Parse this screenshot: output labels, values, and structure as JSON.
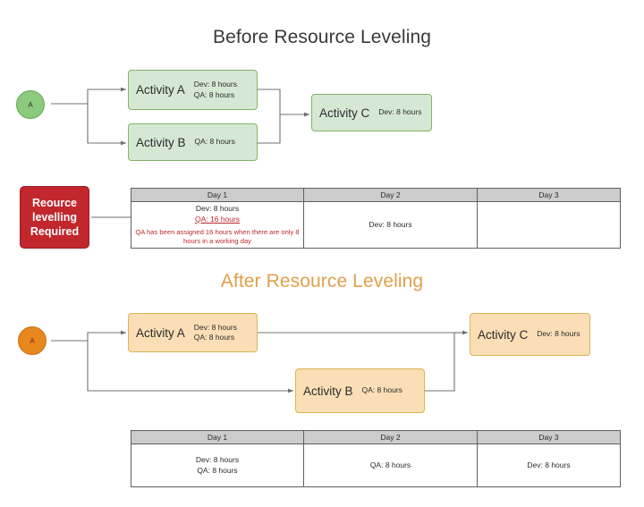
{
  "sections": {
    "before": {
      "title": "Before Resource Leveling",
      "start_node": {
        "label": "A"
      },
      "nodes": [
        {
          "name": "Activity A",
          "lines": [
            "Dev: 8 hours",
            "QA: 8 hours"
          ]
        },
        {
          "name": "Activity B",
          "lines": [
            "QA: 8 hours"
          ]
        },
        {
          "name": "Activity C",
          "lines": [
            "Dev: 8 hours"
          ]
        }
      ],
      "alert": {
        "text": "Reource levelling Required"
      },
      "table": {
        "headers": [
          "Day 1",
          "Day 2",
          "Day 3"
        ],
        "cells": [
          {
            "lines": [
              "Dev: 8 hours"
            ],
            "warn_line": "QA: 16 hours",
            "note": "QA has been assigned 16 hours when there are only 8 hours in a working day"
          },
          {
            "lines": [
              "Dev: 8 hours"
            ],
            "warn_line": "",
            "note": ""
          },
          {
            "lines": [],
            "warn_line": "",
            "note": ""
          }
        ]
      }
    },
    "after": {
      "title": "After Resource Leveling",
      "start_node": {
        "label": "A"
      },
      "nodes": [
        {
          "name": "Activity A",
          "lines": [
            "Dev: 8 hours",
            "QA: 8 hours"
          ]
        },
        {
          "name": "Activity B",
          "lines": [
            "QA: 8 hours"
          ]
        },
        {
          "name": "Activity C",
          "lines": [
            "Dev: 8 hours"
          ]
        }
      ],
      "table": {
        "headers": [
          "Day 1",
          "Day 2",
          "Day 3"
        ],
        "cells": [
          {
            "lines": [
              "Dev: 8 hours",
              "QA: 8 hours"
            ],
            "warn_line": "",
            "note": ""
          },
          {
            "lines": [
              "QA: 8 hours"
            ],
            "warn_line": "",
            "note": ""
          },
          {
            "lines": [
              "Dev: 8 hours"
            ],
            "warn_line": "",
            "note": ""
          }
        ]
      }
    }
  },
  "colors": {
    "green_fill": "#d5e8d4",
    "green_stroke": "#82b366",
    "green_circle": "#8cca7d",
    "peach_fill": "#fbdeb5",
    "peach_stroke": "#d6b656",
    "orange_circle": "#e8871e",
    "alert_red": "#c1272d",
    "after_title": "#e0a04a",
    "connector": "#707070",
    "table_header": "#cccccc"
  }
}
